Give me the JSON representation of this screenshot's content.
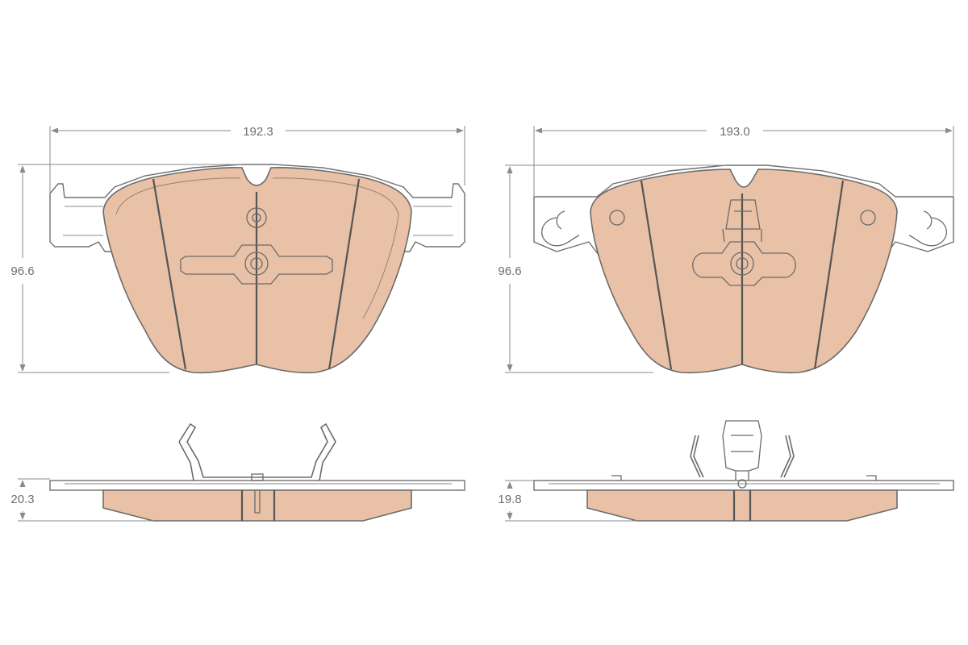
{
  "colors": {
    "pad_fill": "#e8c1a6",
    "outline": "#6b6b6b",
    "dimension": "#8a8a8a",
    "background": "#ffffff"
  },
  "dimensions": {
    "left_pad_width": "192.3",
    "left_pad_height": "96.6",
    "right_pad_width": "193.0",
    "right_pad_height": "96.6",
    "left_pad_thickness": "20.3",
    "right_pad_thickness": "19.8"
  }
}
